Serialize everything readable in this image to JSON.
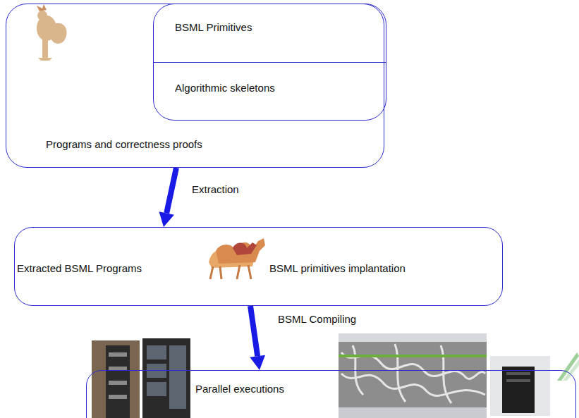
{
  "diagram": {
    "nodes": [
      {
        "text": [
          "Programs and correctness proofs"
        ]
      },
      {
        "text": [
          "BSML Primitives",
          "Algorithmic skeletons"
        ],
        "in": 0
      },
      {
        "text": [
          "Extracted BSML Programs",
          "BSML primitives implantation"
        ]
      },
      {
        "text": [
          "Parallel executions"
        ]
      }
    ],
    "edges": [
      {
        "from": 0,
        "to": 2,
        "label": "Extraction",
        "arrow": "to"
      },
      {
        "from": 2,
        "to": 3,
        "label": "BSML Compiling",
        "arrow": "to"
      }
    ]
  }
}
